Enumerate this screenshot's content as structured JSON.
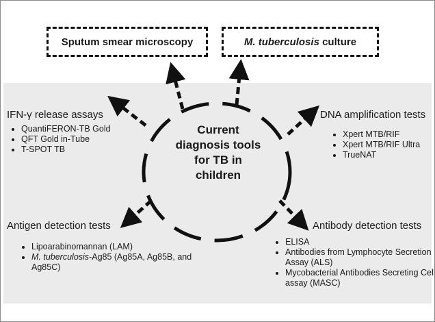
{
  "top_boxes": [
    {
      "label": "Sputum smear microscopy"
    },
    {
      "label_italic": "M. tuberculosis",
      "label_rest": " culture"
    }
  ],
  "center": {
    "lines": [
      "Current",
      "diagnosis tools",
      "for TB in",
      "children"
    ]
  },
  "groups": {
    "ifn": {
      "title": "IFN-γ release assays",
      "items": [
        "QuantiFERON-TB Gold",
        "QFT Gold in-Tube",
        "T-SPOT TB"
      ]
    },
    "dna": {
      "title": "DNA amplification tests",
      "items": [
        "Xpert MTB/RIF",
        "Xpert MTB/RIF Ultra",
        "TrueNAT"
      ]
    },
    "antigen": {
      "title": "Antigen detection tests",
      "items": [
        "Lipoarabinomannan (LAM)"
      ],
      "item2_italic": "M. tuberculosis",
      "item2_rest": "-Ag85 (Ag85A, Ag85B, and Ag85C)"
    },
    "antibody": {
      "title": "Antibody detection tests",
      "items": [
        "ELISA",
        "Antibodies from Lymphocyte Secretion Assay (ALS)",
        "Mycobacterial Antibodies Secreting Cells assay (MASC)"
      ]
    }
  }
}
